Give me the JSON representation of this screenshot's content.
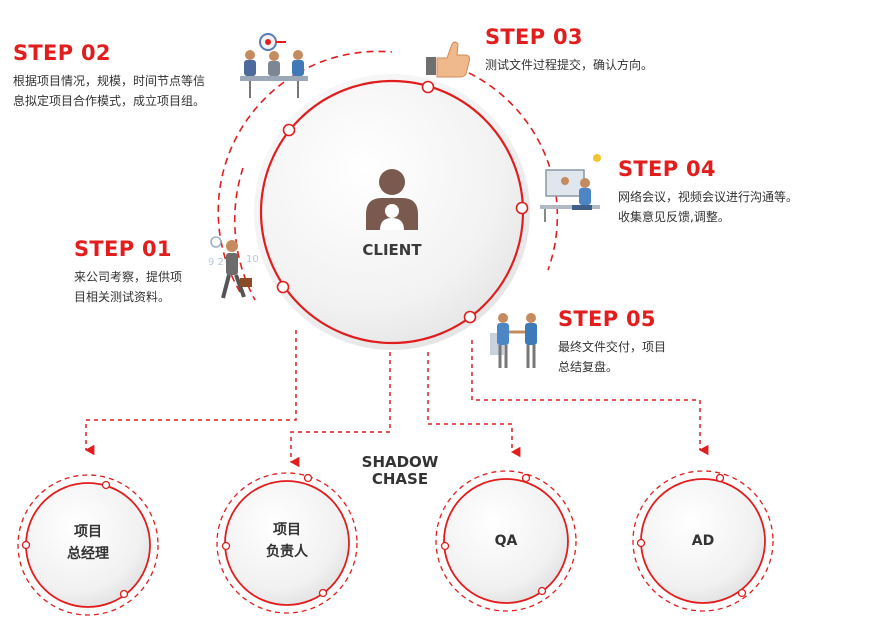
{
  "center": {
    "label": "CLIENT"
  },
  "steps": [
    {
      "id": "step-02",
      "title": "STEP 02",
      "desc": "根据项目情况，规模，时间节点等信\n息拟定项目合作模式，成立项目组。"
    },
    {
      "id": "step-03",
      "title": "STEP 03",
      "desc": "测试文件过程提交，确认方向。"
    },
    {
      "id": "step-04",
      "title": "STEP 04",
      "desc": "网络会议，视频会议进行沟通等。\n收集意见反馈,调整。"
    },
    {
      "id": "step-01",
      "title": "STEP 01",
      "desc": "来公司考察，提供项\n目相关测试资料。"
    },
    {
      "id": "step-05",
      "title": "STEP 05",
      "desc": "最终文件交付，项目\n总结复盘。"
    }
  ],
  "roles": [
    {
      "id": "project-general-manager",
      "label": "项目\n总经理"
    },
    {
      "id": "project-lead",
      "label": "项目\n负责人"
    },
    {
      "id": "qa",
      "label": "QA"
    },
    {
      "id": "ad",
      "label": "AD"
    }
  ],
  "shadow_chase": "SHADOW\nCHASE",
  "colors": {
    "accent": "#e11d1d",
    "text": "#333333",
    "person": "#7a5a4e"
  },
  "icons": {
    "step-02": "team-meeting-icon",
    "step-03": "thumbs-up-icon",
    "step-04": "video-conference-icon",
    "step-01": "businessman-walking-icon",
    "step-05": "handshake-icon",
    "center": "client-person-icon"
  }
}
